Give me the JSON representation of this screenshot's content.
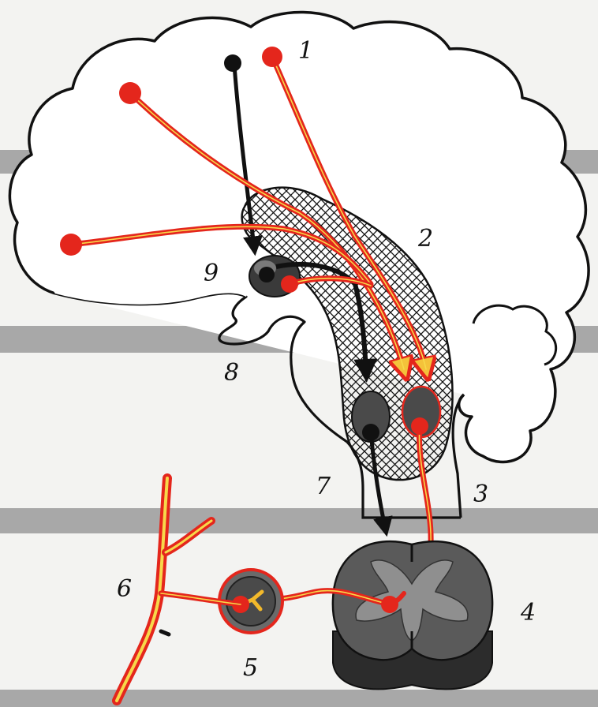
{
  "labels": [
    "1",
    "2",
    "3",
    "4",
    "5",
    "6",
    "7",
    "8",
    "9"
  ],
  "colors": {
    "background": "#f3f3f1",
    "band": "#a8a8a8",
    "pathway_red": "#e4261c",
    "pathway_core": "#f7d84a",
    "motor_black": "#111111",
    "grey_matter": "#8f8f8f",
    "cord_body": "#555555"
  }
}
